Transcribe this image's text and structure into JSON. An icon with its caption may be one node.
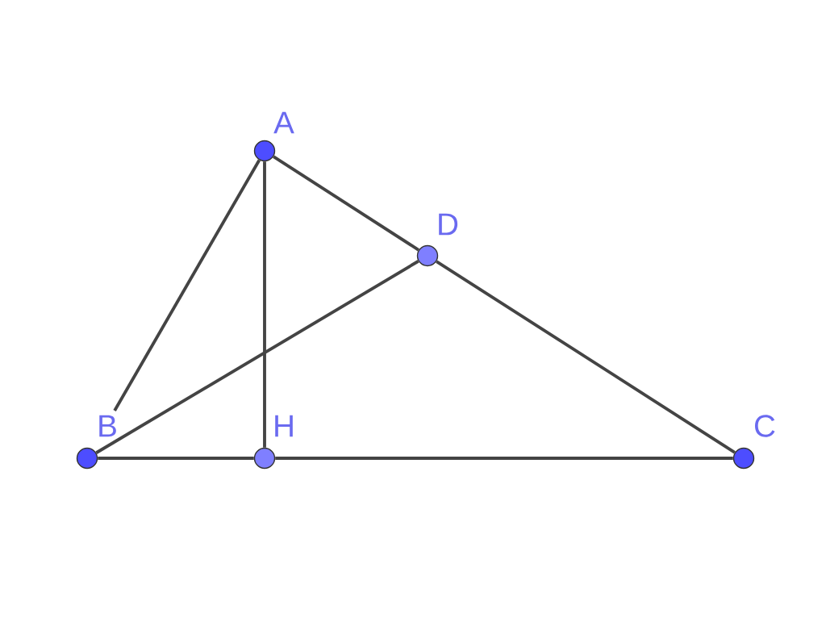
{
  "diagram": {
    "nodes": [
      {
        "text": [
          "A"
        ]
      },
      {
        "text": [
          "B"
        ]
      },
      {
        "text": [
          "C"
        ]
      },
      {
        "text": [
          "D"
        ]
      },
      {
        "text": [
          "H"
        ]
      }
    ],
    "edges": [
      {
        "from": 0,
        "to": 1,
        "arrow": "none"
      },
      {
        "from": 0,
        "to": 4,
        "arrow": "none"
      },
      {
        "from": 0,
        "to": 3,
        "arrow": "none"
      },
      {
        "from": 3,
        "to": 2,
        "arrow": "none"
      },
      {
        "from": 1,
        "to": 3,
        "arrow": "none"
      },
      {
        "from": 1,
        "to": 4,
        "arrow": "none"
      },
      {
        "from": 4,
        "to": 2,
        "arrow": "none"
      }
    ]
  }
}
